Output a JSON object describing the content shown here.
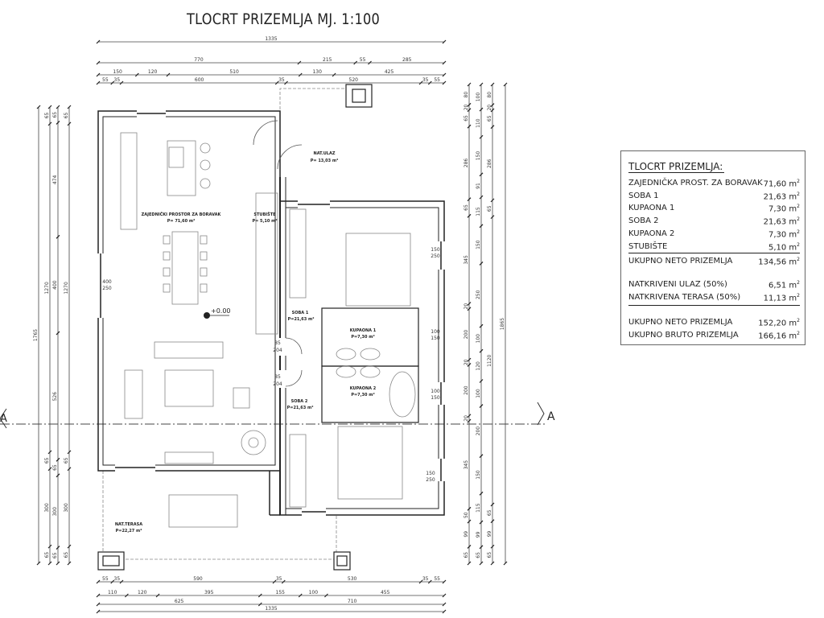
{
  "title": "TLOCRT PRIZEMLJA  MJ. 1:100",
  "legend": {
    "heading": "TLOCRT PRIZEMLJA:",
    "unit": "m",
    "rows": [
      {
        "label": "ZAJEDNIČKA PROST. ZA BORAVAK",
        "value": "71,60"
      },
      {
        "label": "SOBA 1",
        "value": "21,63"
      },
      {
        "label": "KUPAONA 1",
        "value": "7,30"
      },
      {
        "label": "SOBA 2",
        "value": "21,63"
      },
      {
        "label": "KUPAONA 2",
        "value": "7,30"
      },
      {
        "label": "STUBIŠTE",
        "value": "5,10"
      },
      {
        "label": "UKUPNO NETO PRIZEMLJA",
        "value": "134,56"
      },
      {
        "label": "NATKRIVENI ULAZ (50%)",
        "value": "6,51"
      },
      {
        "label": "NATKRIVENA TERASA (50%)",
        "value": "11,13"
      },
      {
        "label": "UKUPNO NETO PRIZEMLJA",
        "value": "152,20"
      },
      {
        "label": "UKUPNO BRUTO PRIZEMLJA",
        "value": "166,16"
      }
    ]
  },
  "rooms": [
    {
      "name": "NAT.ULAZ",
      "area": "P= 13,03 m²"
    },
    {
      "name": "ZAJEDNIČKI PROSTOR ZA BORAVAK",
      "area": "P= 71,60 m²"
    },
    {
      "name": "STUBIŠTE",
      "area": "P= 5,10 m²"
    },
    {
      "name": "SOBA 1",
      "area": "P=21,63 m²"
    },
    {
      "name": "KUPAONA 1",
      "area": "P=7,30 m²"
    },
    {
      "name": "KUPAONA 2",
      "area": "P=7,30 m²"
    },
    {
      "name": "SOBA 2",
      "area": "P=21,63 m²"
    },
    {
      "name": "NAT.TERASA",
      "area": "P=22,27 m²"
    }
  ],
  "level_mark": "+0.00",
  "section_label": "A",
  "openings": [
    {
      "w": "85",
      "h": "204"
    },
    {
      "w": "85",
      "h": "204"
    },
    {
      "w": "400",
      "h": "250"
    },
    {
      "w": "100",
      "h": "150"
    },
    {
      "w": "100",
      "h": "150"
    },
    {
      "w": "150",
      "h": "250"
    },
    {
      "w": "150",
      "h": "250"
    }
  ],
  "dimensions": {
    "top": [
      [
        "1335"
      ],
      [
        "770",
        "215",
        "55",
        "285"
      ],
      [
        "150",
        "120",
        "510",
        "130",
        "425"
      ],
      [
        "55",
        "35",
        "600",
        "35",
        "520",
        "35",
        "55"
      ]
    ],
    "bottom": [
      [
        "55",
        "35",
        "590",
        "35",
        "530",
        "35",
        "55"
      ],
      [
        "110",
        "120",
        "395",
        "155",
        "100",
        "455"
      ],
      [
        "625",
        "710"
      ],
      [
        "1335"
      ]
    ],
    "left": [
      [
        "1765"
      ],
      [
        "65",
        "1270",
        "65",
        "300",
        "65"
      ],
      [
        "65",
        "474",
        "400",
        "526",
        "65",
        "300",
        "65"
      ],
      [
        "65",
        "1270",
        "65",
        "300",
        "65"
      ]
    ],
    "right": [
      [
        "80",
        "20",
        "65",
        "286",
        "65",
        "345",
        "20",
        "200",
        "20",
        "200",
        "20",
        "345",
        "50",
        "99",
        "65"
      ],
      [
        "100",
        "110",
        "150",
        "91",
        "115",
        "150",
        "250",
        "100",
        "120",
        "100",
        "200",
        "150",
        "115",
        "99",
        "65"
      ],
      [
        "80",
        "20",
        "65",
        "286",
        "65",
        "1120",
        "65",
        "99",
        "65"
      ],
      [
        "1865"
      ]
    ]
  }
}
